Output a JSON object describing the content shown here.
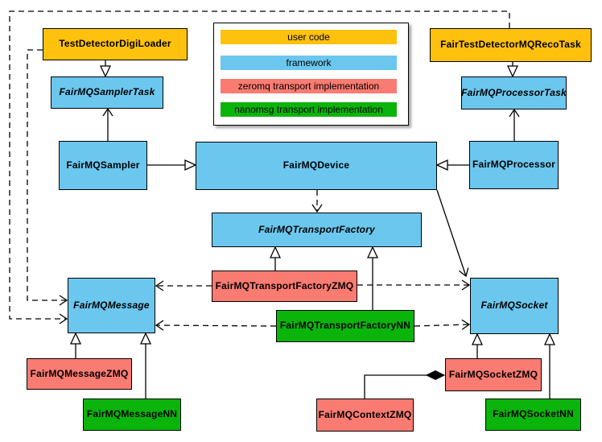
{
  "colors": {
    "user_code": "#FEC10D",
    "framework": "#6BC7EE",
    "zeromq": "#F97B72",
    "nanomsg": "#0BB40B",
    "line": "#000000"
  },
  "legend": {
    "items": [
      {
        "label": "user code",
        "color": "#FEC10D"
      },
      {
        "label": "framework",
        "color": "#6BC7EE"
      },
      {
        "label": "zeromq transport implementation",
        "color": "#F97B72"
      },
      {
        "label": "nanomsg transport implementation",
        "color": "#0BB40B"
      }
    ]
  },
  "nodes": {
    "testDetectorDigiLoader": {
      "label": "TestDetectorDigiLoader",
      "category": "user code"
    },
    "fairTestDetectorMQRecoTask": {
      "label": "FairTestDetectorMQRecoTask",
      "category": "user code"
    },
    "fairMQSamplerTask": {
      "label": "FairMQSamplerTask",
      "category": "framework",
      "abstract": true
    },
    "fairMQProcessorTask": {
      "label": "FairMQProcessorTask",
      "category": "framework",
      "abstract": true
    },
    "fairMQSampler": {
      "label": "FairMQSampler",
      "category": "framework"
    },
    "fairMQDevice": {
      "label": "FairMQDevice",
      "category": "framework"
    },
    "fairMQProcessor": {
      "label": "FairMQProcessor",
      "category": "framework"
    },
    "fairMQTransportFactory": {
      "label": "FairMQTransportFactory",
      "category": "framework",
      "abstract": true
    },
    "fairMQTransportFactoryZMQ": {
      "label": "FairMQTransportFactoryZMQ",
      "category": "zeromq transport implementation"
    },
    "fairMQTransportFactoryNN": {
      "label": "FairMQTransportFactoryNN",
      "category": "nanomsg transport implementation"
    },
    "fairMQMessage": {
      "label": "FairMQMessage",
      "category": "framework",
      "abstract": true
    },
    "fairMQSocket": {
      "label": "FairMQSocket",
      "category": "framework",
      "abstract": true
    },
    "fairMQMessageZMQ": {
      "label": "FairMQMessageZMQ",
      "category": "zeromq transport implementation"
    },
    "fairMQMessageNN": {
      "label": "FairMQMessageNN",
      "category": "nanomsg transport implementation"
    },
    "fairMQSocketZMQ": {
      "label": "FairMQSocketZMQ",
      "category": "zeromq transport implementation"
    },
    "fairMQSocketNN": {
      "label": "FairMQSocketNN",
      "category": "nanomsg transport implementation"
    },
    "fairMQContextZMQ": {
      "label": "FairMQContextZMQ",
      "category": "zeromq transport implementation"
    }
  },
  "edges": [
    {
      "from": "TestDetectorDigiLoader",
      "to": "FairMQSamplerTask",
      "type": "inheritance"
    },
    {
      "from": "FairTestDetectorMQRecoTask",
      "to": "FairMQProcessorTask",
      "type": "inheritance"
    },
    {
      "from": "FairMQSampler",
      "to": "FairMQDevice",
      "type": "inheritance"
    },
    {
      "from": "FairMQProcessor",
      "to": "FairMQDevice",
      "type": "inheritance"
    },
    {
      "from": "FairMQTransportFactoryZMQ",
      "to": "FairMQTransportFactory",
      "type": "inheritance"
    },
    {
      "from": "FairMQTransportFactoryNN",
      "to": "FairMQTransportFactory",
      "type": "inheritance"
    },
    {
      "from": "FairMQMessageZMQ",
      "to": "FairMQMessage",
      "type": "inheritance"
    },
    {
      "from": "FairMQMessageNN",
      "to": "FairMQMessage",
      "type": "inheritance"
    },
    {
      "from": "FairMQSocketZMQ",
      "to": "FairMQSocket",
      "type": "inheritance"
    },
    {
      "from": "FairMQSocketNN",
      "to": "FairMQSocket",
      "type": "inheritance"
    },
    {
      "from": "FairMQSampler",
      "to": "FairMQSamplerTask",
      "type": "usage"
    },
    {
      "from": "FairMQProcessor",
      "to": "FairMQProcessorTask",
      "type": "usage"
    },
    {
      "from": "FairMQDevice",
      "to": "FairMQSocket",
      "type": "usage"
    },
    {
      "from": "FairMQDevice",
      "to": "FairMQTransportFactory",
      "type": "dependency"
    },
    {
      "from": "FairMQTransportFactoryZMQ",
      "to": "FairMQMessage",
      "type": "dependency"
    },
    {
      "from": "FairMQTransportFactoryZMQ",
      "to": "FairMQSocket",
      "type": "dependency"
    },
    {
      "from": "FairMQTransportFactoryNN",
      "to": "FairMQMessage",
      "type": "dependency"
    },
    {
      "from": "FairMQTransportFactoryNN",
      "to": "FairMQSocket",
      "type": "dependency"
    },
    {
      "from": "TestDetectorDigiLoader",
      "to": "FairMQMessage",
      "type": "dependency"
    },
    {
      "from": "FairTestDetectorMQRecoTask",
      "to": "FairMQMessage",
      "type": "dependency"
    },
    {
      "from": "FairMQContextZMQ",
      "to": "FairMQSocketZMQ",
      "type": "composition"
    }
  ]
}
